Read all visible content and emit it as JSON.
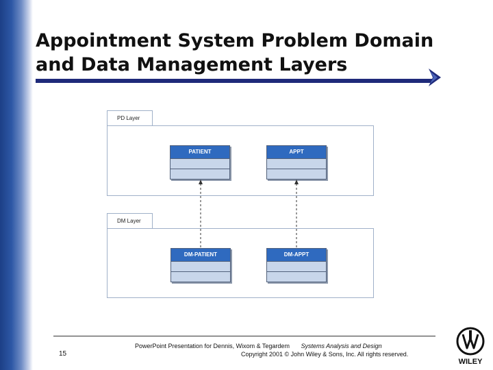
{
  "slide": {
    "title_line1": "Appointment System Problem Domain",
    "title_line2": "and Data Management Layers",
    "page_number": "15"
  },
  "diagram": {
    "pd_layer": {
      "label": "PD Layer",
      "classes": [
        "PATIENT",
        "APPT"
      ]
    },
    "dm_layer": {
      "label": "DM Layer",
      "classes": [
        "DM-PATIENT",
        "DM-APPT"
      ]
    },
    "dependencies": [
      {
        "from": "DM-PATIENT",
        "to": "PATIENT",
        "style": "dashed-arrow"
      },
      {
        "from": "DM-APPT",
        "to": "APPT",
        "style": "dashed-arrow"
      }
    ]
  },
  "footer": {
    "presentation": "PowerPoint Presentation for Dennis, Wixom & Tegardem",
    "book_title": "Systems Analysis and Design",
    "copyright": "Copyright 2001 © John Wiley & Sons, Inc. All rights reserved.",
    "logo_text": "WILEY"
  },
  "colors": {
    "title_rule": "#1f2a7a",
    "class_header": "#2f6abf",
    "class_body": "#c8d6ea",
    "left_band": "#1c3f86"
  }
}
